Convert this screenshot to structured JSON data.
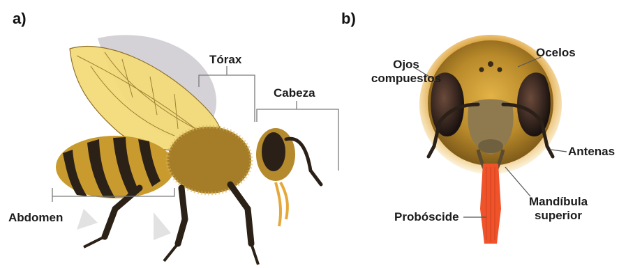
{
  "panels": {
    "a": {
      "label": "a)"
    },
    "b": {
      "label": "b)"
    }
  },
  "body_labels": {
    "torax": "Tórax",
    "cabeza": "Cabeza",
    "abdomen": "Abdomen"
  },
  "head_labels": {
    "ojos_line1": "Ojos",
    "ojos_line2": "compuestos",
    "ocelos": "Ocelos",
    "antenas": "Antenas",
    "mandibula_line1": "Mandíbula",
    "mandibula_line2": "superior",
    "proboscide": "Probóscide"
  },
  "colors": {
    "wing_fill": "#f3dc7a",
    "wing_gray": "#cfcdd3",
    "body_yellow": "#c99a2e",
    "body_dark": "#2b2116",
    "fur_orange": "#d59221",
    "proboscis": "#f0522a"
  }
}
